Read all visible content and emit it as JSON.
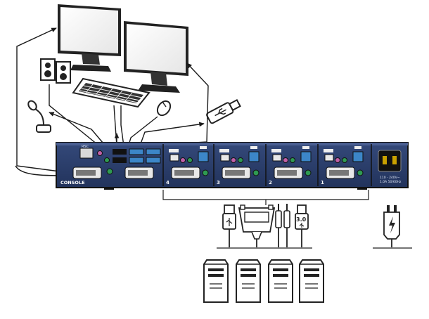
{
  "kvm": {
    "console_label": "CONSOLE",
    "port_labels": [
      "4",
      "3",
      "2",
      "1"
    ],
    "power_text_line1": "110 - 240V~",
    "power_text_line2": "1.0A  50/60Hz"
  },
  "cables": {
    "usb_version_label": "3.0"
  },
  "icons": {
    "monitor": "monitor-icon",
    "speaker": "speaker-icon",
    "keyboard": "keyboard-icon",
    "mouse": "mouse-icon",
    "usb_drive": "usb-flash-drive-icon",
    "microphone": "microphone-icon",
    "computer": "tower-computer-icon",
    "power": "lightning-bolt-icon"
  },
  "colors": {
    "panel": "#2a3e6a",
    "panel_dark": "#1c2b4d",
    "usb_blue": "#3c86c8",
    "audio_green": "#2f9a52",
    "audio_pink": "#c060a8",
    "line": "#1a1a1a"
  }
}
